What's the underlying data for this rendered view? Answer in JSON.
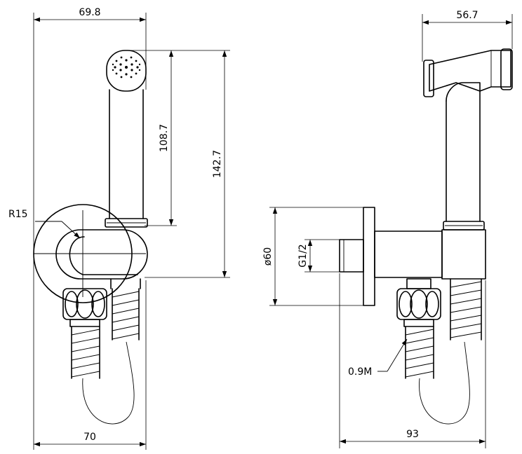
{
  "dimensions": {
    "left_top_width": "69.8",
    "left_bottom_width": "70",
    "head_height": "108.7",
    "total_height": "142.7",
    "radius": "R15",
    "right_top_width": "56.7",
    "right_bottom_width": "93",
    "flange_diameter": "ø60",
    "thread": "G1/2",
    "hose": "0.9M"
  }
}
